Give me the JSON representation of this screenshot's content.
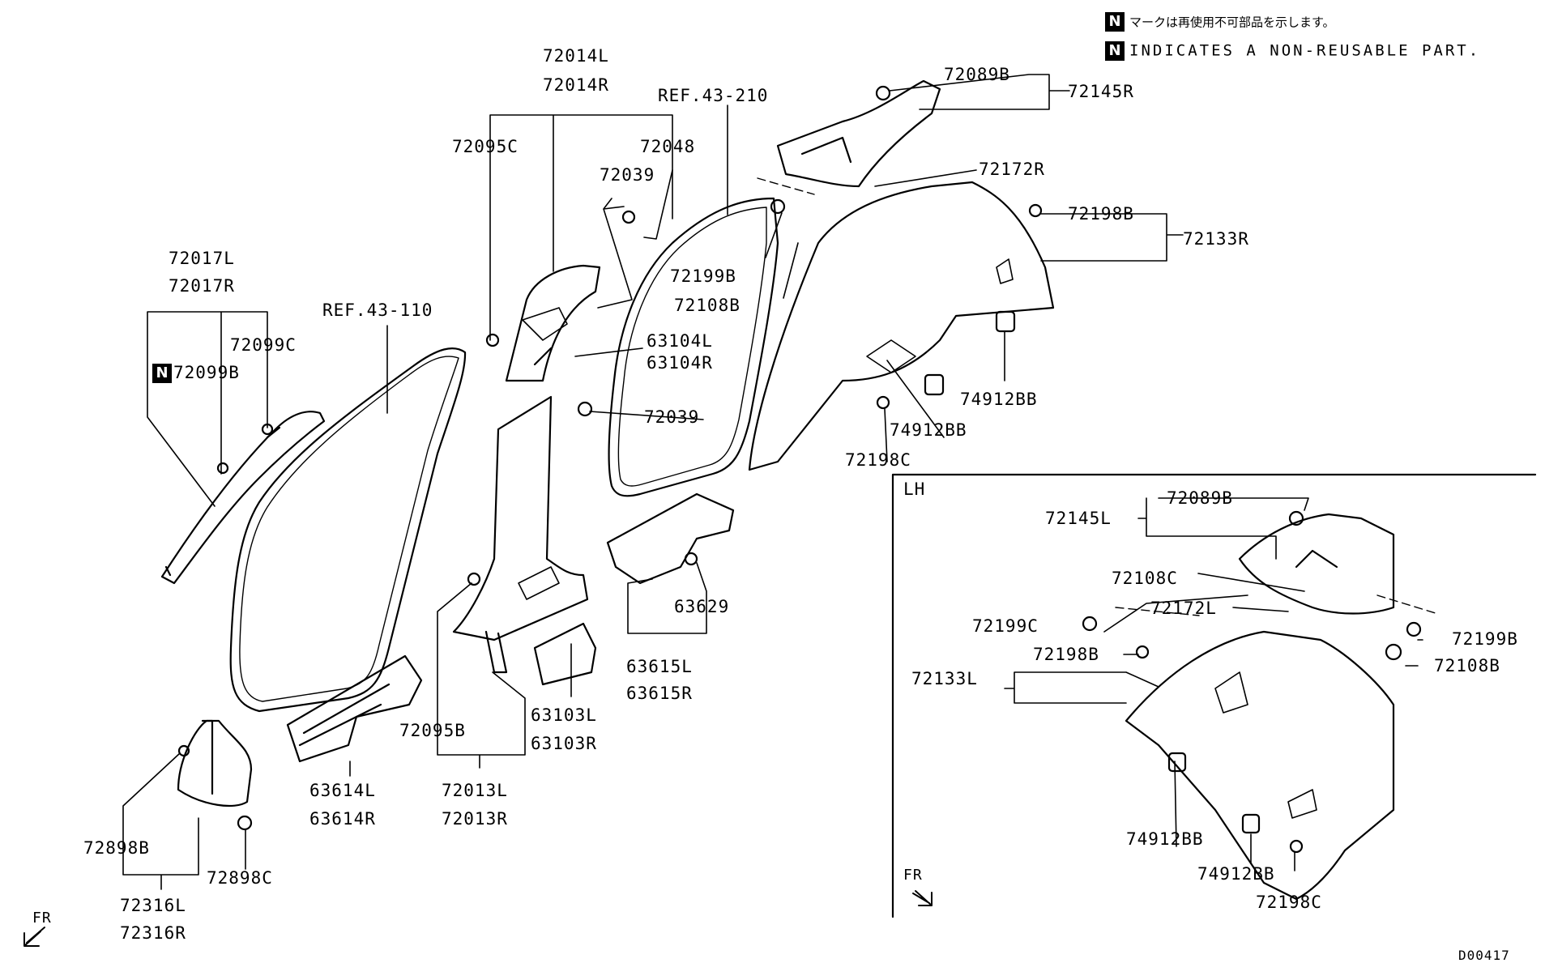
{
  "legend": {
    "symbol": "N",
    "note_jp": "マークは再使用不可部品を示します。",
    "note_en": "INDICATES A NON-REUSABLE PART."
  },
  "section_lh": "LH",
  "fr_label": "FR",
  "diagram_code": "D00417",
  "part_labels": {
    "p72014L": "72014L",
    "p72014R": "72014R",
    "ref43_210": "REF.43-210",
    "p72048": "72048",
    "p72095C": "72095C",
    "p72039a": "72039",
    "p72089B_r": "72089B",
    "p72145R": "72145R",
    "p72172R": "72172R",
    "p72198B_r": "72198B",
    "p72133R": "72133R",
    "p72199B_r": "72199B",
    "p72108B_r": "72108B",
    "p72017L": "72017L",
    "p72017R": "72017R",
    "ref43_110": "REF.43-110",
    "p72099C": "72099C",
    "p72099B": "72099B",
    "p63104L": "63104L",
    "p63104R": "63104R",
    "p72039b": "72039",
    "p74912BB_r1": "74912BB",
    "p74912BB_r2": "74912BB",
    "p72198C_r": "72198C",
    "p63629": "63629",
    "p63615L": "63615L",
    "p63615R": "63615R",
    "p63103L": "63103L",
    "p63103R": "63103R",
    "p72095B": "72095B",
    "p72013L": "72013L",
    "p72013R": "72013R",
    "p63614L": "63614L",
    "p63614R": "63614R",
    "p72898B": "72898B",
    "p72898C": "72898C",
    "p72316L": "72316L",
    "p72316R": "72316R",
    "p72089B_l": "72089B",
    "p72145L": "72145L",
    "p72108C": "72108C",
    "p72172L": "72172L",
    "p72199C": "72199C",
    "p72199B_l": "72199B",
    "p72198B_l": "72198B",
    "p72108B_l": "72108B",
    "p72133L": "72133L",
    "p74912BB_l1": "74912BB",
    "p74912BB_l2": "74912BB",
    "p72198C_l": "72198C"
  }
}
